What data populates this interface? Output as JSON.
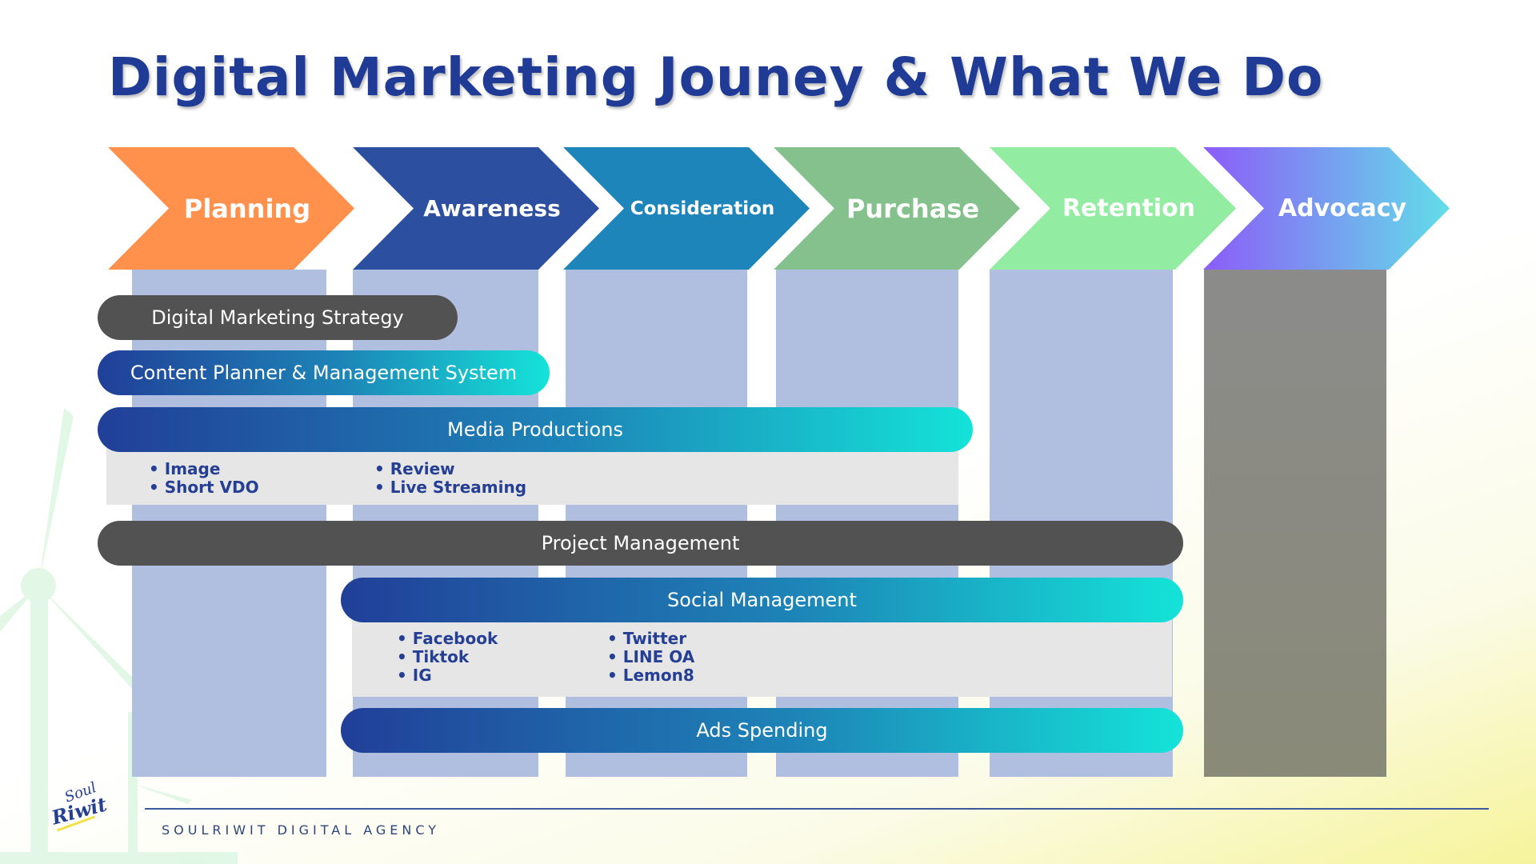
{
  "title": "Digital Marketing Jouney & What We Do",
  "stages": [
    {
      "label": "Planning",
      "color": "#ff914d"
    },
    {
      "label": "Awareness",
      "color": "#2c4fa0"
    },
    {
      "label": "Consideration",
      "color": "#1e85ba"
    },
    {
      "label": "Purchase",
      "color": "#84c18c"
    },
    {
      "label": "Retention",
      "color": "#92eca2"
    },
    {
      "label": "Advocacy",
      "color": "#8c5cf8"
    }
  ],
  "bars": {
    "strategy": "Digital Marketing Strategy",
    "content": "Content Planner & Management System",
    "media": "Media Productions",
    "project": "Project Management",
    "social": "Social Management",
    "ads": "Ads Spending"
  },
  "media_items": {
    "left": [
      "Image",
      "Short VDO"
    ],
    "right": [
      "Review",
      "Live Streaming"
    ]
  },
  "social_items": {
    "left": [
      "Facebook",
      "Tiktok",
      "IG"
    ],
    "right": [
      "Twitter",
      "LINE OA",
      "Lemon8"
    ]
  },
  "footer": {
    "agency": "SOULRIWIT DIGITAL AGENCY",
    "logo_top": "Soul",
    "logo_bottom": "Riwit"
  }
}
